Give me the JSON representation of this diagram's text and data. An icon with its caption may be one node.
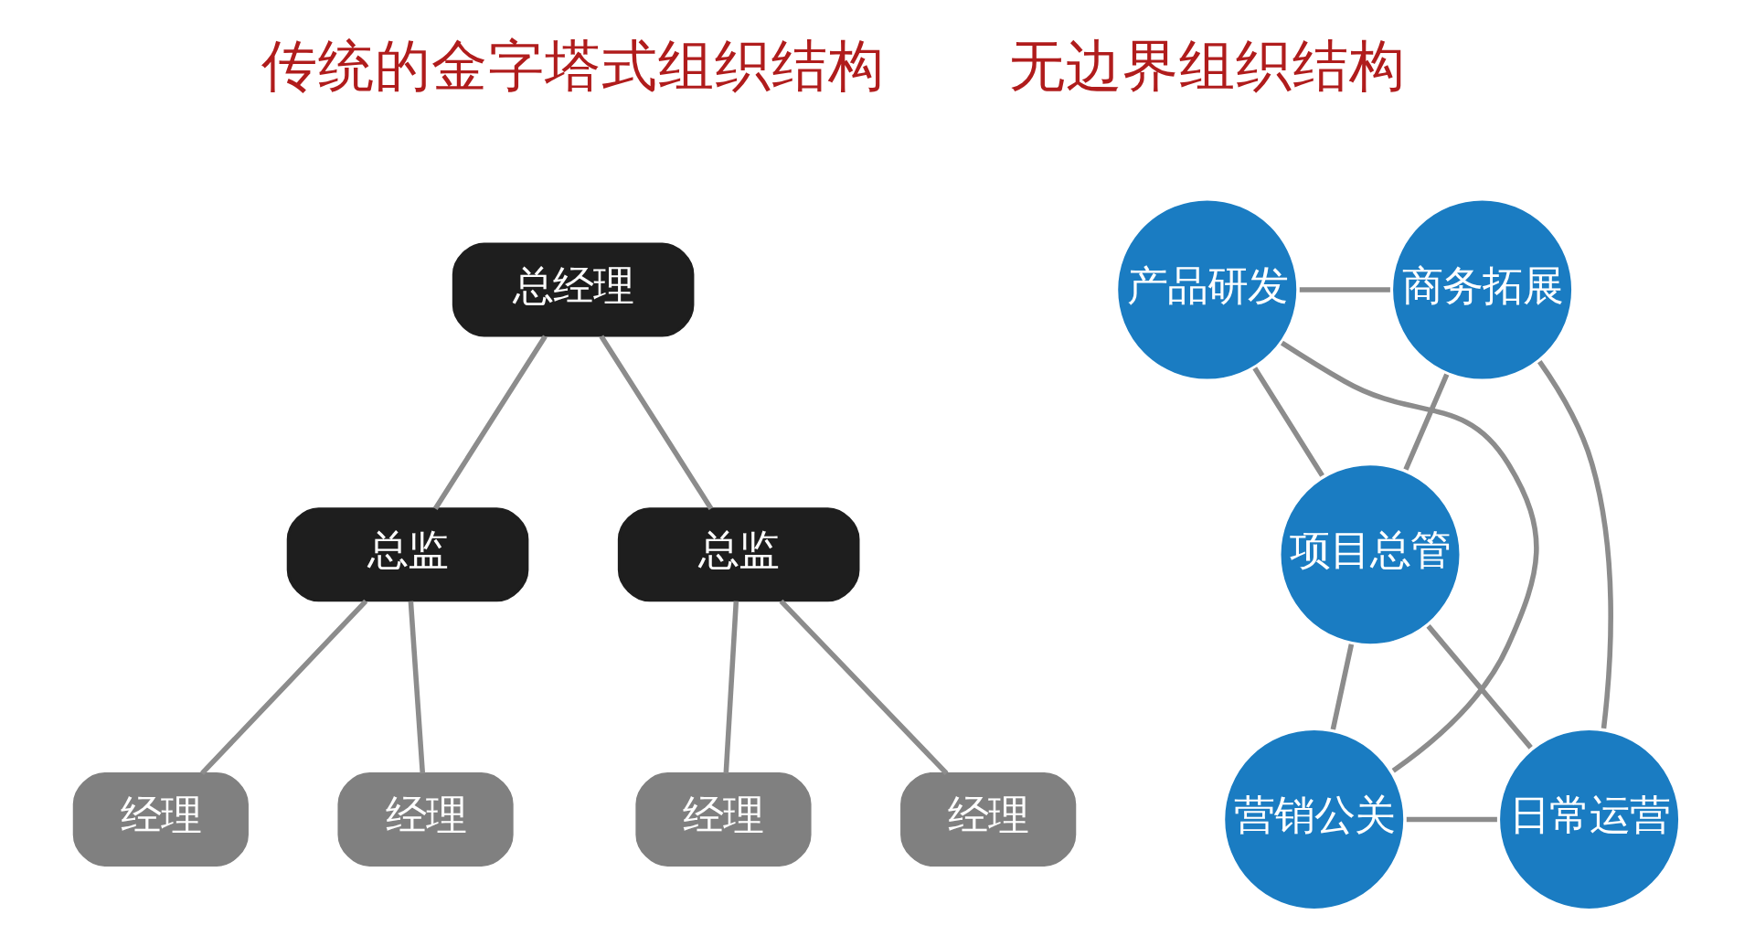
{
  "diagram": {
    "nodes": [
      {
        "text": [
          "总经理"
        ]
      },
      {
        "text": [
          "总监"
        ]
      },
      {
        "text": [
          "总监"
        ]
      },
      {
        "text": [
          "经理"
        ]
      },
      {
        "text": [
          "经理"
        ]
      },
      {
        "text": [
          "经理"
        ]
      },
      {
        "text": [
          "经理"
        ]
      },
      {
        "text": [
          "产品研发"
        ]
      },
      {
        "text": [
          "商务拓展"
        ]
      },
      {
        "text": [
          "项目总管"
        ]
      },
      {
        "text": [
          "营销公关"
        ]
      },
      {
        "text": [
          "日常运营"
        ]
      }
    ],
    "edges": [
      {
        "from": 0,
        "to": 1,
        "arrow": "none"
      },
      {
        "from": 0,
        "to": 2,
        "arrow": "none"
      },
      {
        "from": 1,
        "to": 3,
        "arrow": "none"
      },
      {
        "from": 1,
        "to": 4,
        "arrow": "none"
      },
      {
        "from": 2,
        "to": 5,
        "arrow": "none"
      },
      {
        "from": 2,
        "to": 6,
        "arrow": "none"
      },
      {
        "from": 7,
        "to": 8,
        "arrow": "none"
      },
      {
        "from": 7,
        "to": 9,
        "arrow": "none"
      },
      {
        "from": 7,
        "to": 10,
        "arrow": "none"
      },
      {
        "from": 8,
        "to": 9,
        "arrow": "none"
      },
      {
        "from": 8,
        "to": 11,
        "arrow": "none"
      },
      {
        "from": 9,
        "to": 10,
        "arrow": "none"
      },
      {
        "from": 9,
        "to": 11,
        "arrow": "none"
      },
      {
        "from": 10,
        "to": 11,
        "arrow": "none"
      }
    ],
    "labels": [
      "传统的金字塔式组织结构",
      "无边界组织结构"
    ]
  }
}
